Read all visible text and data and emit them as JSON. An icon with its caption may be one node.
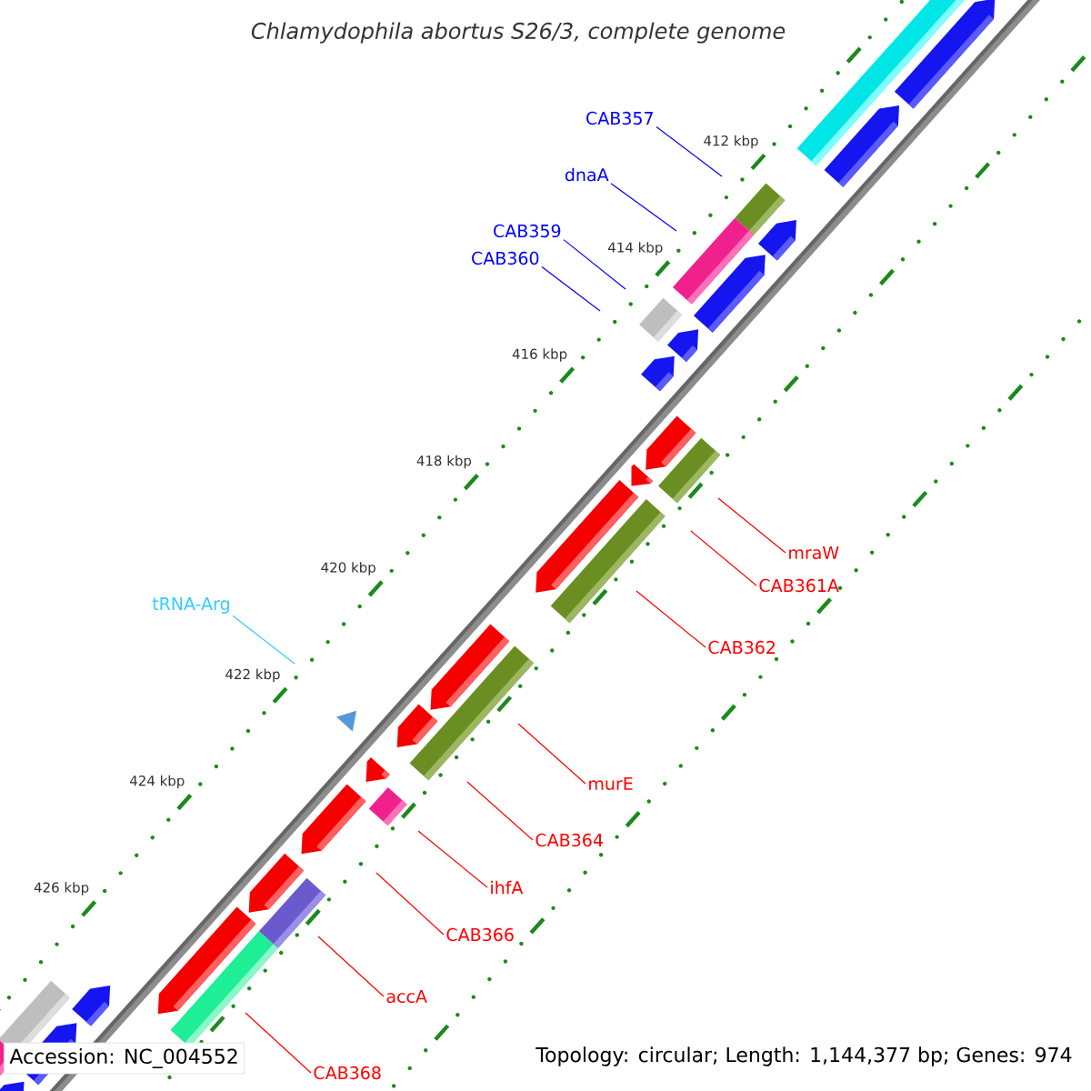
{
  "diagram": {
    "title": "Chlamydophila abortus S26/3, complete genome",
    "nodes": [
      {
        "text": [
          "CAB357"
        ]
      },
      {
        "text": [
          "dnaA"
        ]
      },
      {
        "text": [
          "CAB359"
        ]
      },
      {
        "text": [
          "CAB360"
        ]
      },
      {
        "text": [
          "tRNA-Arg"
        ]
      },
      {
        "text": [
          "mraW"
        ]
      },
      {
        "text": [
          "CAB361A"
        ]
      },
      {
        "text": [
          "CAB362"
        ]
      },
      {
        "text": [
          "murE"
        ]
      },
      {
        "text": [
          "CAB364"
        ]
      },
      {
        "text": [
          "ihfA"
        ]
      },
      {
        "text": [
          "CAB366"
        ]
      },
      {
        "text": [
          "accA"
        ]
      },
      {
        "text": [
          "CAB368"
        ]
      }
    ],
    "edges": [
      {
        "from": 0,
        "to": null,
        "arrow": "none",
        "color": "#0000ff"
      },
      {
        "from": 1,
        "to": null,
        "arrow": "none",
        "color": "#0000ff"
      },
      {
        "from": 2,
        "to": null,
        "arrow": "none",
        "color": "#0000ff"
      },
      {
        "from": 3,
        "to": null,
        "arrow": "none",
        "color": "#0000ff"
      },
      {
        "from": 4,
        "to": null,
        "arrow": "none",
        "color": "#33ccff"
      },
      {
        "from": 5,
        "to": null,
        "arrow": "none"
      },
      {
        "from": 6,
        "to": null,
        "arrow": "none"
      },
      {
        "from": 7,
        "to": null,
        "arrow": "none"
      },
      {
        "from": 8,
        "to": null,
        "arrow": "none"
      },
      {
        "from": 9,
        "to": null,
        "arrow": "none"
      },
      {
        "from": 10,
        "to": null,
        "arrow": "none"
      },
      {
        "from": 11,
        "to": null,
        "arrow": "none"
      },
      {
        "from": 12,
        "to": null,
        "arrow": "none"
      },
      {
        "from": 13,
        "to": null,
        "arrow": "none"
      }
    ],
    "labels": [
      "412 kbp",
      "414 kbp",
      "416 kbp",
      "418 kbp",
      "420 kbp",
      "422 kbp",
      "424 kbp",
      "426 kbp",
      "Accession: NC_004552",
      "Topology: circular; Length: 1,144,377 bp; Genes: 974"
    ]
  }
}
